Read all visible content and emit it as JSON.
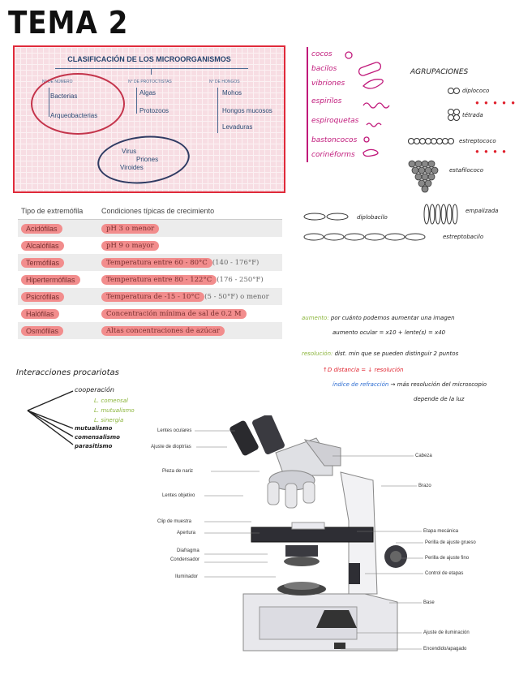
{
  "title": "TEMA 2",
  "classification": {
    "title": "CLASIFICACIÓN DE LOS MICROORGANISMOS",
    "col1_head": "N° DE NÚMERO",
    "col2_head": "N° DE PROTOCTISTAS",
    "col3_head": "N° DE HONGOS",
    "col1_items": [
      "Bacterias",
      "Arqueobacterias"
    ],
    "col2_items": [
      "Algas",
      "Protozoos"
    ],
    "col3_items": [
      "Mohos",
      "Hongos mucosos",
      "Levaduras"
    ],
    "virus_items": [
      "Virus",
      "Priones",
      "Viroides"
    ]
  },
  "table": {
    "headers": [
      "Tipo de extremófila",
      "Condiciones típicas de crecimiento"
    ],
    "rows": [
      {
        "type": "Acidófilas",
        "cond": "pH 3 o menor",
        "extra": ""
      },
      {
        "type": "Alcalófilas",
        "cond": "pH 9 o mayor",
        "extra": ""
      },
      {
        "type": "Termófilas",
        "cond": "Temperatura entre 60 - 80°C",
        "extra": "(140 - 176°F)"
      },
      {
        "type": "Hipertermófilas",
        "cond": "Temperatura entre 80 - 122°C",
        "extra": "(176 - 250°F)"
      },
      {
        "type": "Psicrófilas",
        "cond": "Temperatura de -15 - 10°C",
        "extra": "(5 - 50°F) o menor"
      },
      {
        "type": "Halófilas",
        "cond": "Concentración mínima de sal de 0.2 M",
        "extra": ""
      },
      {
        "type": "Osmófilas",
        "cond": "Altas concentraciones de azúcar",
        "extra": ""
      }
    ]
  },
  "shapes": [
    "cocos",
    "bacilos",
    "vibriones",
    "espirilos",
    "espiroquetas",
    "bastoncocos",
    "corinéforms"
  ],
  "groupings": {
    "title": "AGRUPACIONES",
    "items": [
      "diplococo",
      "tétrada",
      "estreptococo",
      "estafilococo",
      "diplobacilo",
      "empalizada",
      "estreptobacilo"
    ]
  },
  "notes": {
    "line1_label": "aumento:",
    "line1": "por cuánto podemos aumentar una imagen",
    "line2": "aumento ocular = x10 + lente(s) = x40",
    "line3_label": "resolución:",
    "line3": "dist. min que se pueden distinguir 2 puntos",
    "line4": "↑D distancia = ↓ resolución",
    "line5_label": "índice de refracción",
    "line5": "más resolución del microscopio",
    "line6": "depende de la luz"
  },
  "interactions": {
    "title": "Interacciones procariotas",
    "items": [
      "cooperación",
      "L. comensal",
      "L. mutualismo",
      "L. sinergia",
      "mutualismo",
      "comensalismo",
      "parasitismo"
    ]
  },
  "microscope": {
    "left_labels": [
      "Lentes oculares",
      "Ajuste de dioptrías",
      "Pieza de nariz",
      "Lentes objetivo",
      "Clip de muestra",
      "Apertura",
      "Diafragma",
      "Condensador",
      "Iluminador"
    ],
    "right_labels": [
      "Cabeza",
      "Brazo",
      "Etapa mecánica",
      "Perilla de ajuste grueso",
      "Perilla de ajuste fino",
      "Control de etapas",
      "Base",
      "Ajuste de iluminación",
      "Encendido/apagado"
    ]
  }
}
